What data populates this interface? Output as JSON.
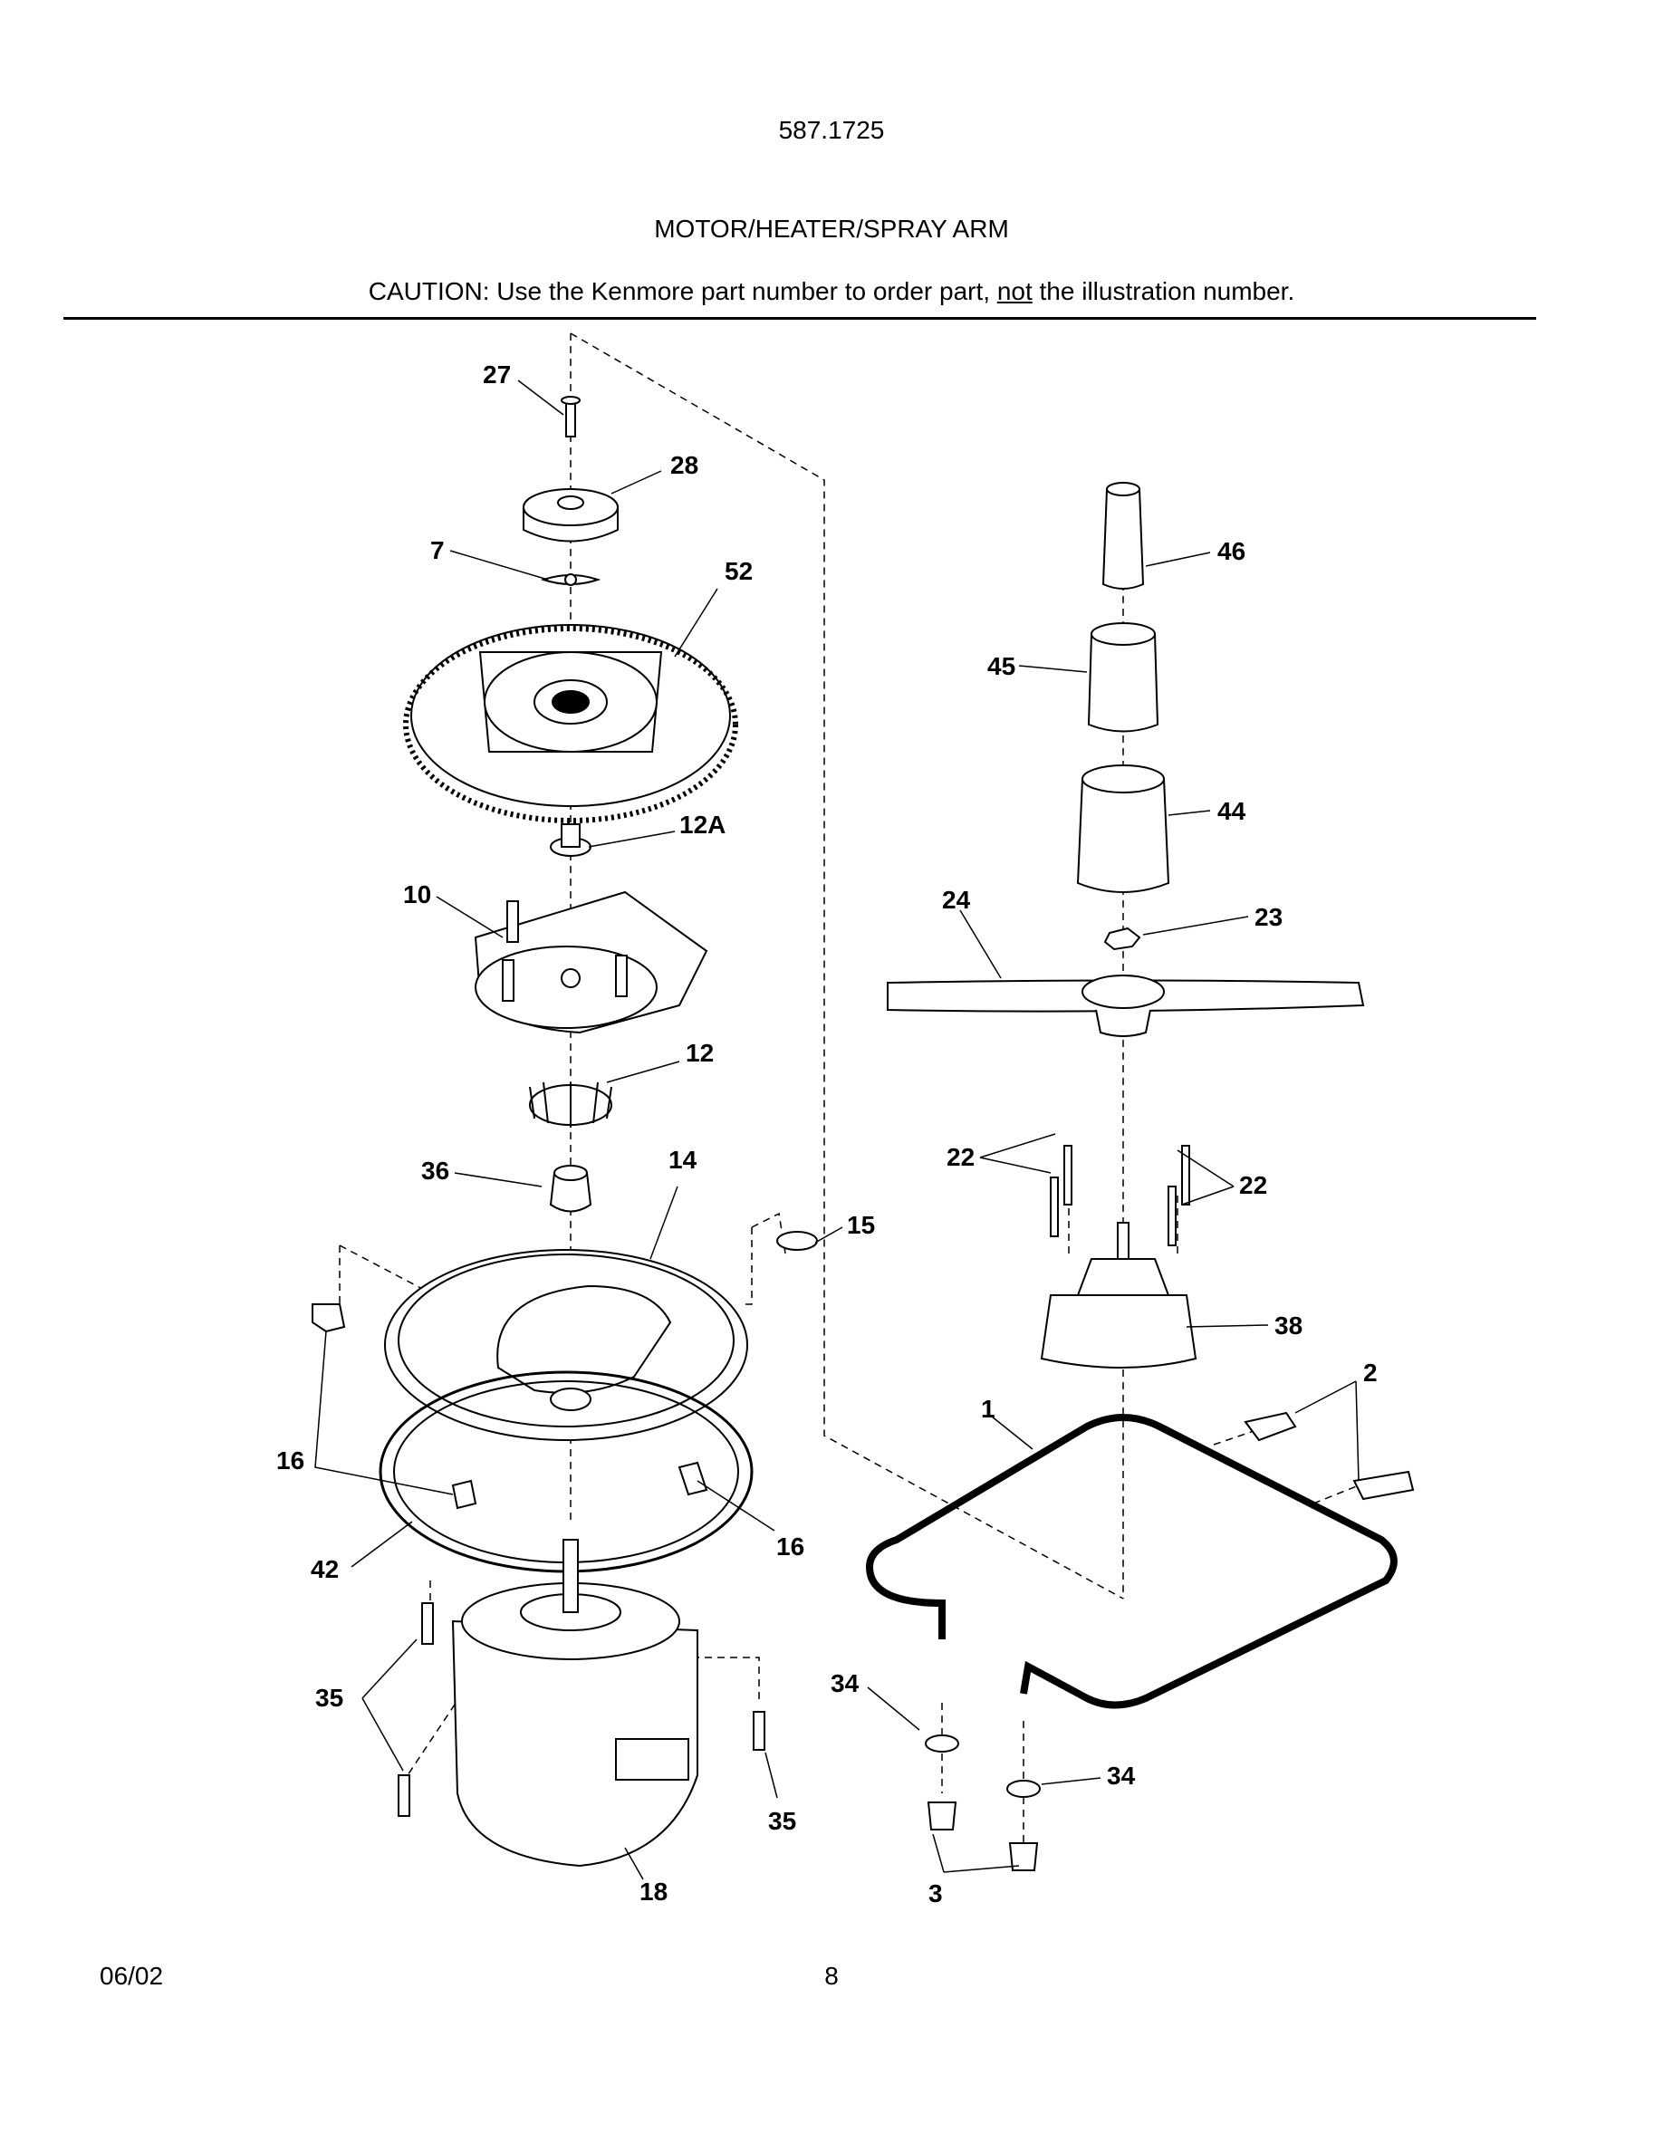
{
  "header": {
    "model": "587.1725",
    "title": "MOTOR/HEATER/SPRAY ARM",
    "caution_before": "CAUTION: Use the Kenmore part number to order part, ",
    "caution_emph": "not",
    "caution_after": " the illustration number."
  },
  "footer": {
    "date": "06/02",
    "page": "8"
  },
  "callouts": [
    {
      "id": "c27",
      "text": "27"
    },
    {
      "id": "c28",
      "text": "28"
    },
    {
      "id": "c7",
      "text": "7"
    },
    {
      "id": "c52",
      "text": "52"
    },
    {
      "id": "c12A",
      "text": "12A"
    },
    {
      "id": "c10",
      "text": "10"
    },
    {
      "id": "c12",
      "text": "12"
    },
    {
      "id": "c36",
      "text": "36"
    },
    {
      "id": "c14",
      "text": "14"
    },
    {
      "id": "c15",
      "text": "15"
    },
    {
      "id": "c16a",
      "text": "16"
    },
    {
      "id": "c16b",
      "text": "16"
    },
    {
      "id": "c42",
      "text": "42"
    },
    {
      "id": "c35a",
      "text": "35"
    },
    {
      "id": "c35b",
      "text": "35"
    },
    {
      "id": "c18",
      "text": "18"
    },
    {
      "id": "c46",
      "text": "46"
    },
    {
      "id": "c45",
      "text": "45"
    },
    {
      "id": "c44",
      "text": "44"
    },
    {
      "id": "c24",
      "text": "24"
    },
    {
      "id": "c23",
      "text": "23"
    },
    {
      "id": "c22a",
      "text": "22"
    },
    {
      "id": "c22b",
      "text": "22"
    },
    {
      "id": "c38",
      "text": "38"
    },
    {
      "id": "c1",
      "text": "1"
    },
    {
      "id": "c2",
      "text": "2"
    },
    {
      "id": "c34a",
      "text": "34"
    },
    {
      "id": "c34b",
      "text": "34"
    },
    {
      "id": "c3",
      "text": "3"
    }
  ]
}
